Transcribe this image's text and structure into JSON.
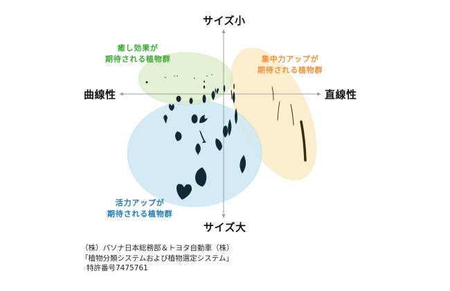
{
  "axes": {
    "top": "サイズ小",
    "bottom": "サイズ大",
    "left": "曲線性",
    "right": "直線性"
  },
  "groups": [
    {
      "id": "healing",
      "line1": "癒し効果が",
      "line2": "期待される植物群",
      "text_color": "#3aaa35",
      "fill_color": "#dcecc8"
    },
    {
      "id": "focus",
      "line1": "集中力アップが",
      "line2": "期待される植物群",
      "text_color": "#f0913a",
      "fill_color": "#fdebc6"
    },
    {
      "id": "vitality",
      "line1": "活力アップが",
      "line2": "期待される植物群",
      "text_color": "#1f78b4",
      "fill_color": "#cce6f5"
    }
  ],
  "footer": {
    "line1": "（株）パソナ日本総務部＆トヨタ自動車（株）",
    "line2": "「植物分類システムおよび植物選定システム」",
    "line3": "特許番号7475761"
  },
  "colors": {
    "axis": "#999999",
    "leaf": "#0f2a36",
    "needle": "#3b2a10"
  }
}
